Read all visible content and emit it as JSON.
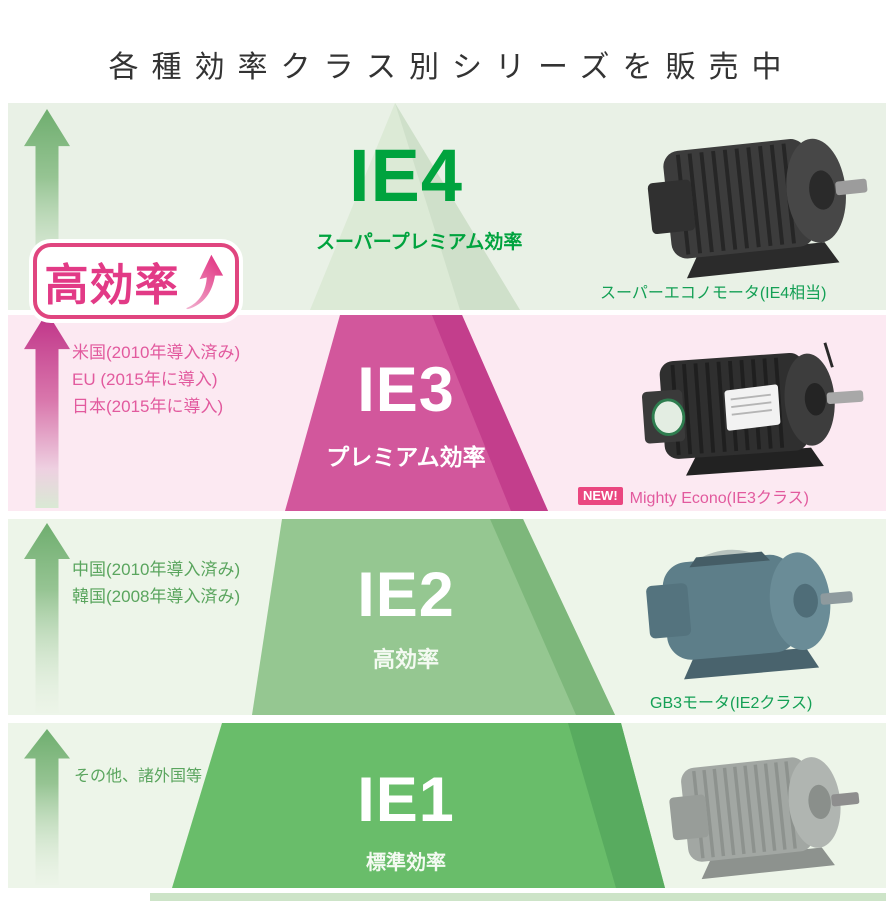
{
  "title": "各種効率クラス別シリーズを販売中",
  "badge": {
    "label": "高効率"
  },
  "tiers": [
    {
      "id": "ie4",
      "label": "IE4",
      "subtitle": "スーパープレミアム効率",
      "regions": [],
      "caption": "スーパーエコノモータ(IE4相当)",
      "motor_icon": "super-econo-motor"
    },
    {
      "id": "ie3",
      "label": "IE3",
      "subtitle": "プレミアム効率",
      "regions": [
        "米国(2010年導入済み)",
        "EU (2015年に導入)",
        "日本(2015年に導入)"
      ],
      "caption_badge": "NEW!",
      "caption": "Mighty Econo(IE3クラス)",
      "motor_icon": "mighty-econo-motor"
    },
    {
      "id": "ie2",
      "label": "IE2",
      "subtitle": "高効率",
      "regions": [
        "中国(2010年導入済み)",
        "韓国(2008年導入済み)"
      ],
      "caption": "GB3モータ(IE2クラス)",
      "motor_icon": "gb3-motor"
    },
    {
      "id": "ie1",
      "label": "IE1",
      "subtitle": "標準効率",
      "regions": [
        "その他、諸外国等"
      ],
      "caption": "",
      "motor_icon": "standard-motor"
    }
  ],
  "colors": {
    "green_accent": "#00a33e",
    "green_caption": "#14a055",
    "green_side_text": "#5aa55e",
    "pink_side_text": "#e25a9e",
    "pink_trapezoid": "#d2579c",
    "pink_trapezoid_shade": "#c33e8c",
    "green_trapezoid_ie2": "#95c791",
    "green_trapezoid_ie1": "#69bd6a",
    "badge_border_pink": "#e0457f",
    "new_badge_bg": "#ea4780",
    "bg_ie4": "#e9f1e6",
    "bg_ie3": "#fce9f2",
    "bg_ie2": "#edf5e9"
  }
}
